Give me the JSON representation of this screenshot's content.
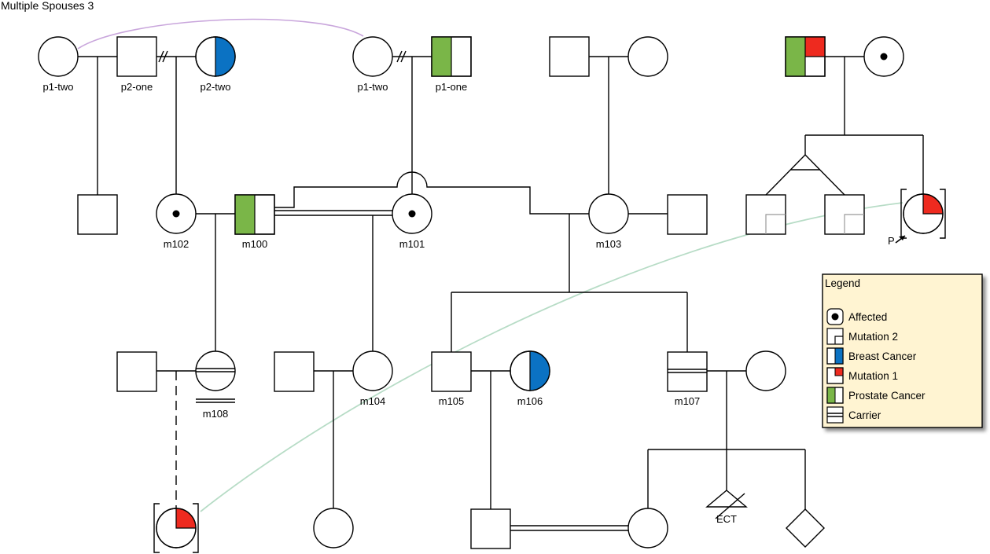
{
  "title": "Multiple Spouses 3",
  "colors": {
    "line": "#000000",
    "breast_cancer": "#0b72c3",
    "prostate_cancer": "#7ab648",
    "mutation_1": "#ee2a1f",
    "mutation_2": "#bbbbbb",
    "title_text": "#16168f",
    "highlight_label": "#ee1c1c",
    "spouse_link": "#c9a6dc",
    "twin_link": "#b7dcc6",
    "legend_bg": "#fff4d2"
  },
  "labels": {
    "p1_two_left": "p1-two",
    "p2_one": "p2-one",
    "p2_two": "p2-two",
    "p1_two_mid": "p1-two",
    "p1_one": "p1-one",
    "m102": "m102",
    "m100": "m100",
    "m101": "m101",
    "m103": "m103",
    "m108": "m108",
    "m104": "m104",
    "m105": "m105",
    "m106": "m106",
    "m107": "m107",
    "ect": "ECT",
    "proband": "P"
  },
  "legend": {
    "title": "Legend",
    "items": [
      {
        "label": "Affected",
        "icon": "affected-dot-icon"
      },
      {
        "label": "Mutation 2",
        "icon": "mutation-2-icon"
      },
      {
        "label": "Breast Cancer",
        "icon": "breast-cancer-icon"
      },
      {
        "label": "Mutation 1",
        "icon": "mutation-1-icon"
      },
      {
        "label": "Prostate Cancer",
        "icon": "prostate-cancer-icon"
      },
      {
        "label": "Carrier",
        "icon": "carrier-icon"
      }
    ]
  }
}
